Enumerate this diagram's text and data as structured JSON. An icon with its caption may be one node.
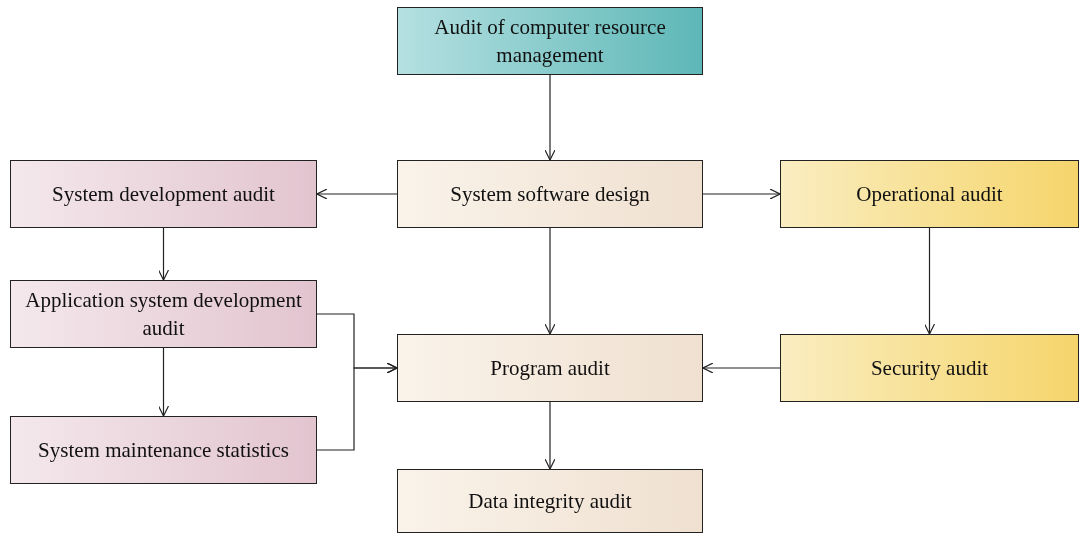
{
  "diagram": {
    "nodes": [
      {
        "text": [
          "Audit of computer resource management"
        ]
      },
      {
        "text": [
          "System software design"
        ]
      },
      {
        "text": [
          "System development audit"
        ]
      },
      {
        "text": [
          "Operational audit"
        ]
      },
      {
        "text": [
          "Application system development audit"
        ]
      },
      {
        "text": [
          "Program audit"
        ]
      },
      {
        "text": [
          "Security audit"
        ]
      },
      {
        "text": [
          "System maintenance statistics"
        ]
      },
      {
        "text": [
          "Data integrity audit"
        ]
      }
    ],
    "edges": [
      {
        "from": 0,
        "to": 1,
        "arrow": "to"
      },
      {
        "from": 1,
        "to": 2,
        "arrow": "to"
      },
      {
        "from": 1,
        "to": 3,
        "arrow": "to"
      },
      {
        "from": 1,
        "to": 5,
        "arrow": "to"
      },
      {
        "from": 2,
        "to": 4,
        "arrow": "to"
      },
      {
        "from": 4,
        "to": 7,
        "arrow": "to"
      },
      {
        "from": 4,
        "to": 5,
        "arrow": "to"
      },
      {
        "from": 7,
        "to": 5,
        "arrow": "to"
      },
      {
        "from": 3,
        "to": 6,
        "arrow": "to"
      },
      {
        "from": 6,
        "to": 5,
        "arrow": "to"
      },
      {
        "from": 5,
        "to": 8,
        "arrow": "to"
      }
    ]
  }
}
